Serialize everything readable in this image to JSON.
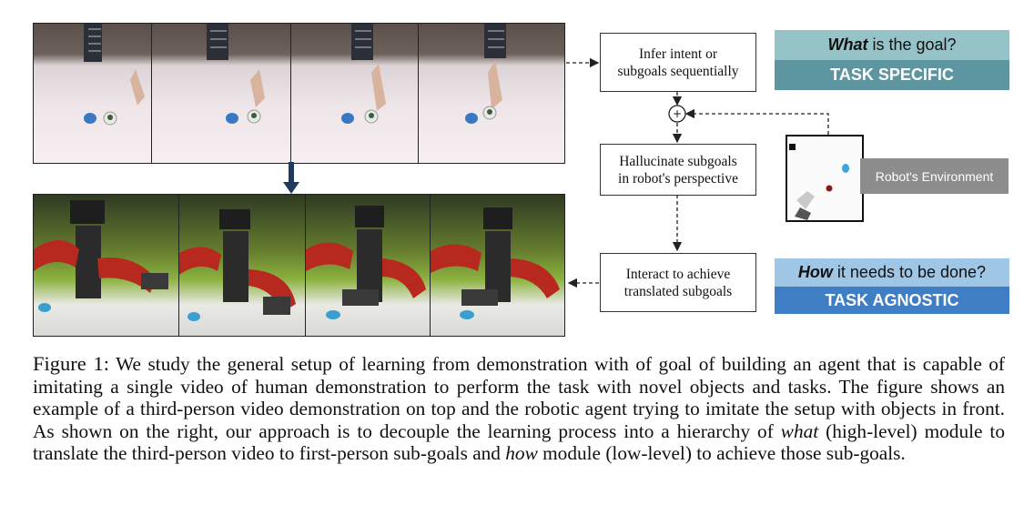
{
  "diagram": {
    "boxes": {
      "infer": "Infer intent or\nsubgoals sequentially",
      "hallucinate": "Hallucinate subgoals\nin robot's perspective",
      "interact": "Interact to achieve\ntranslated subgoals"
    },
    "plus_symbol": "+",
    "what_panel": {
      "question_emph": "What",
      "question_rest": " is the goal?",
      "tag": "TASK SPECIFIC",
      "top_color": "#96c3c8",
      "bottom_color": "#5d95a0"
    },
    "how_panel": {
      "question_emph": "How",
      "question_rest": " it needs to be done?",
      "tag": "TASK AGNOSTIC",
      "top_color": "#a0c6e6",
      "bottom_color": "#3f7dc4"
    },
    "environment_label": "Robot's Environment",
    "arrow_color": "#1f3a5c"
  },
  "caption": {
    "label": "Figure 1:",
    "text_1": " We study the general setup of learning from demonstration with of goal of building an agent that is capable of imitating a single video of human demonstration to perform the task with novel objects and tasks. The figure shows an example of a third-person video demonstration on top and the robotic agent trying to imitate the setup with objects in front.  As shown on the right, our approach is to decouple the learning process into a hierarchy of ",
    "em_1": "what",
    "text_2": " (high-level) module to translate the third-person video to first-person sub-goals and ",
    "em_2": "how",
    "text_3": " module (low-level) to achieve those sub-goals."
  }
}
